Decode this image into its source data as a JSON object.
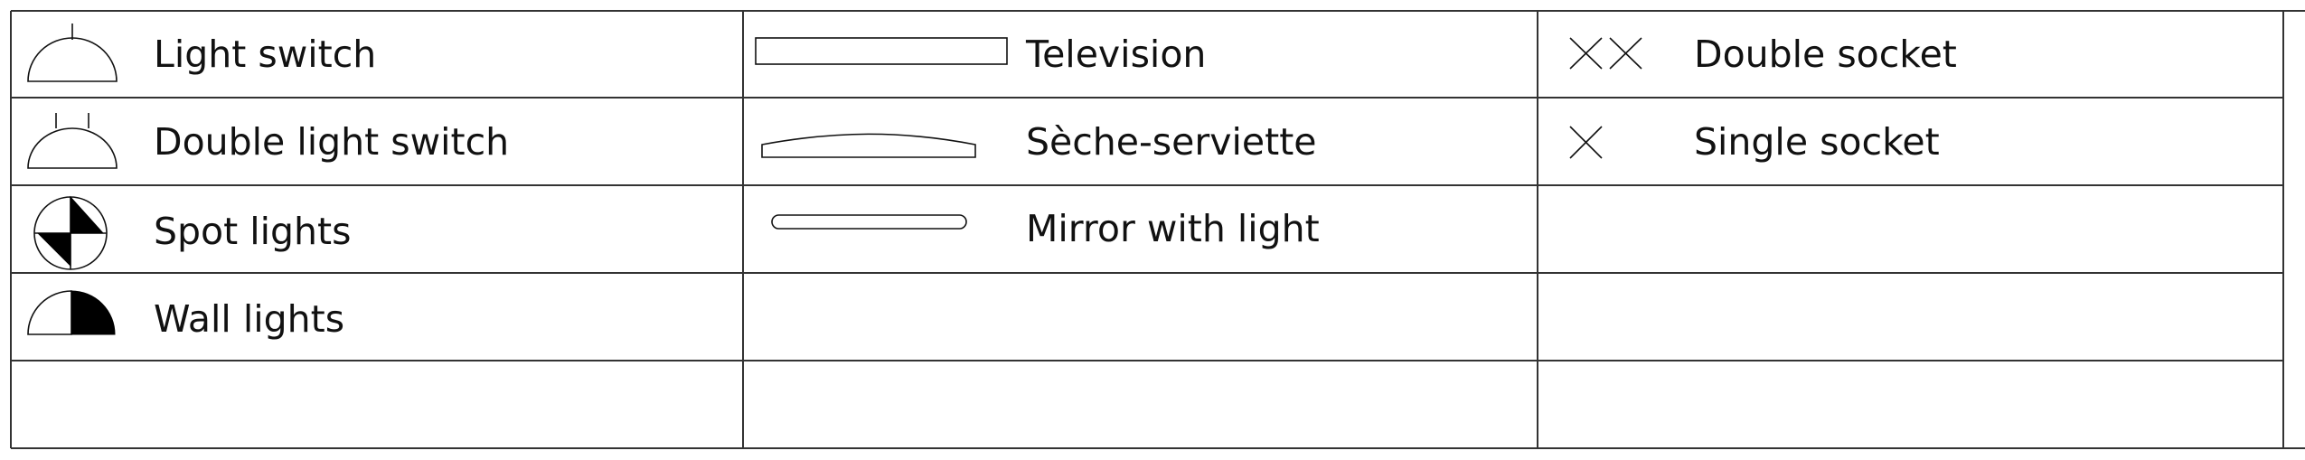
{
  "legend": {
    "column1": {
      "row1": {
        "label": "Light switch",
        "icon": "light-switch-icon"
      },
      "row2": {
        "label": "Double light switch",
        "icon": "double-light-switch-icon"
      },
      "row3": {
        "label": "Spot lights",
        "icon": "spot-light-icon"
      },
      "row4": {
        "label": "Wall lights",
        "icon": "wall-light-icon"
      }
    },
    "column2": {
      "row1": {
        "label": "Television",
        "icon": "television-icon"
      },
      "row2": {
        "label": "Sèche-serviette",
        "icon": "towel-dryer-icon"
      },
      "row3": {
        "label": "Mirror with light",
        "icon": "mirror-light-icon"
      }
    },
    "column3": {
      "row1": {
        "label": "Double socket",
        "icon": "double-socket-icon"
      },
      "row2": {
        "label": "Single socket",
        "icon": "single-socket-icon"
      }
    }
  }
}
